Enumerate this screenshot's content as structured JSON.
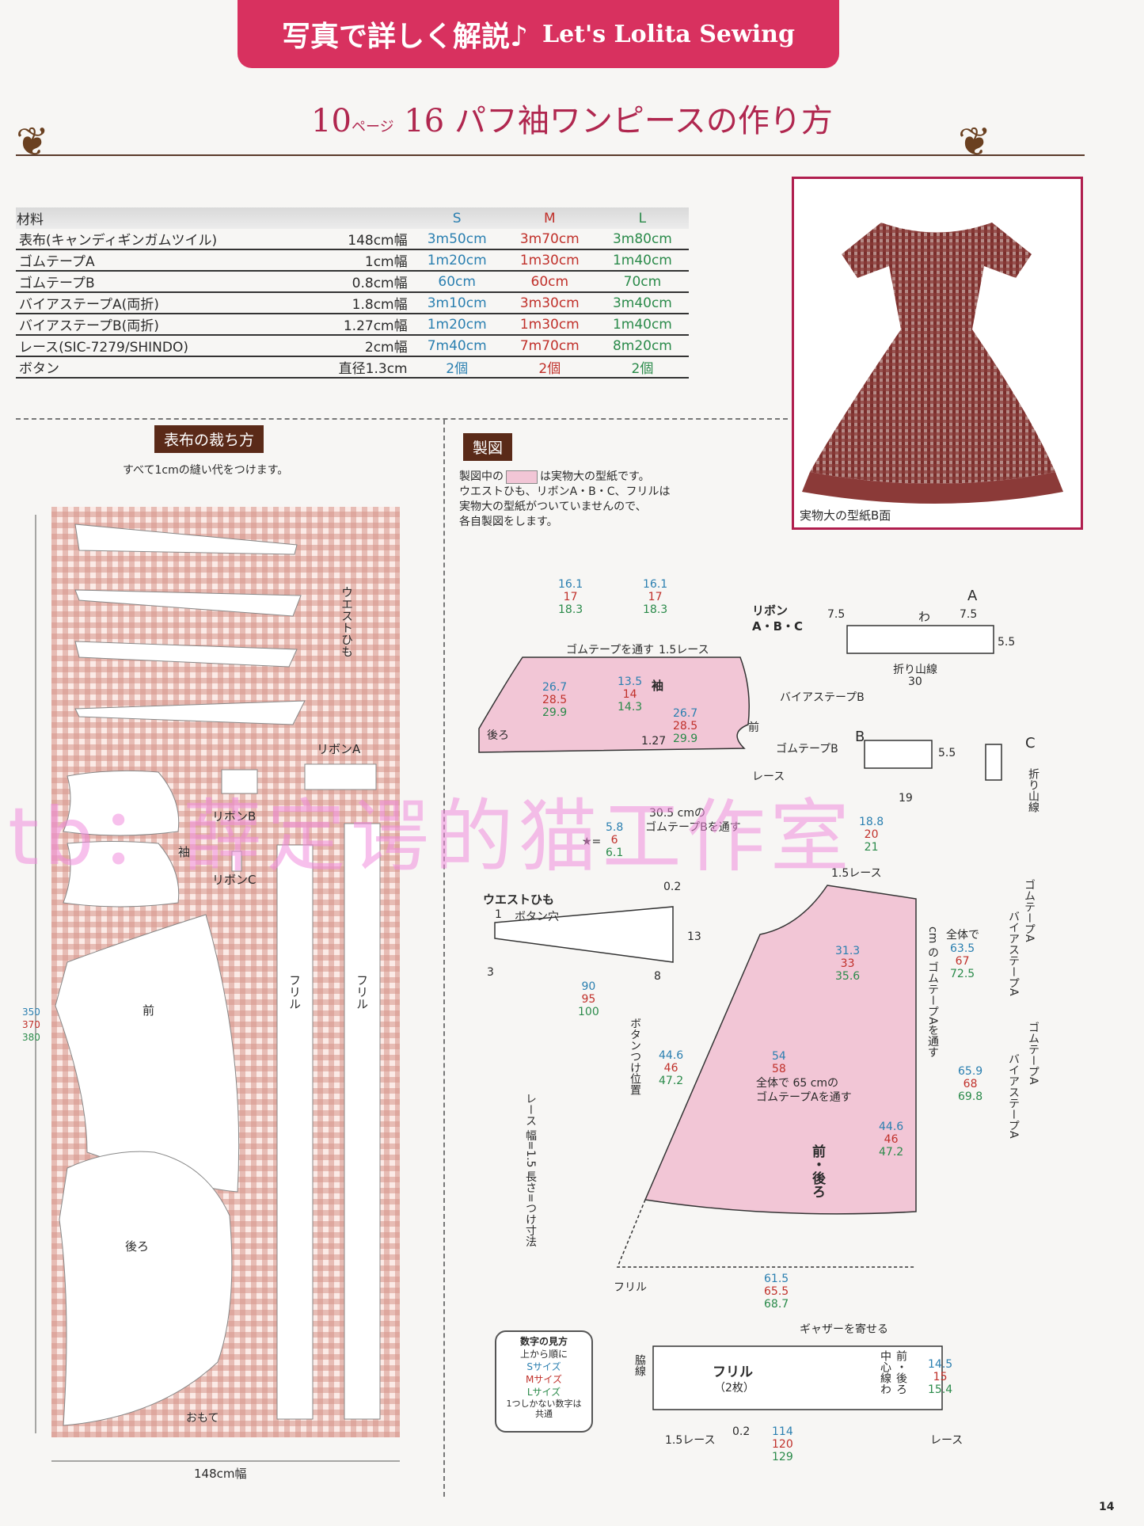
{
  "header": {
    "banner_jp": "写真で詳しく解説♪",
    "banner_en": "Let's Lolita Sewing"
  },
  "title": {
    "page": "10",
    "page_label": "ページ",
    "number": "16",
    "name": "パフ袖ワンピースの作り方"
  },
  "materials": {
    "header": "材料",
    "sizes": [
      "S",
      "M",
      "L"
    ],
    "rows": [
      {
        "name": "表布(キャンディギンガムツイル)",
        "width": "148cm幅",
        "s": "3m50cm",
        "m": "3m70cm",
        "l": "3m80cm"
      },
      {
        "name": "ゴムテープA",
        "width": "1cm幅",
        "s": "1m20cm",
        "m": "1m30cm",
        "l": "1m40cm"
      },
      {
        "name": "ゴムテープB",
        "width": "0.8cm幅",
        "s": "60cm",
        "m": "60cm",
        "l": "70cm"
      },
      {
        "name": "バイアステープA(両折)",
        "width": "1.8cm幅",
        "s": "3m10cm",
        "m": "3m30cm",
        "l": "3m40cm"
      },
      {
        "name": "バイアステープB(両折)",
        "width": "1.27cm幅",
        "s": "1m20cm",
        "m": "1m30cm",
        "l": "1m40cm"
      },
      {
        "name": "レース(SIC-7279/SHINDO)",
        "width": "2cm幅",
        "s": "7m40cm",
        "m": "7m70cm",
        "l": "8m20cm"
      },
      {
        "name": "ボタン",
        "width": "直径1.3cm",
        "s": "2個",
        "m": "2個",
        "l": "2個"
      }
    ]
  },
  "photo": {
    "caption": "実物大の型紙B面"
  },
  "cutting": {
    "heading": "表布の裁ち方",
    "note": "すべて1cmの縫い代をつけます。",
    "labels": {
      "waist_tie": "ウエストひも",
      "ribbon_a": "リボンA",
      "ribbon_b": "リボンB",
      "ribbon_c": "リボンC",
      "sleeve": "袖",
      "front": "前",
      "back": "後ろ",
      "frill": "フリル",
      "right_side": "おもて",
      "width": "148cm幅"
    },
    "length": {
      "s": "350",
      "m": "370",
      "l": "380"
    }
  },
  "drafting": {
    "heading": "製図",
    "note": [
      "製図中の",
      "は実物大の型紙です。",
      "ウエストひも、リボンA・B・C、フリルは",
      "実物大の型紙がついていませんので、",
      "各自製図をします。"
    ],
    "sleeve": {
      "elastic": "ゴムテープを通す",
      "lace": "1.5レース",
      "sleeve": "袖",
      "back": "後ろ",
      "front": "前",
      "elastic_b": "30.5 cmの",
      "elastic_b2": "ゴムテープBを通す",
      "top_s": "16.1",
      "top_m": "17",
      "top_l": "18.3",
      "w_s": "26.7",
      "w_m": "28.5",
      "w_l": "29.9",
      "h_s": "13.5",
      "h_m": "14",
      "h_l": "14.3",
      "mid": "1.27",
      "star": "★=",
      "star_s": "5.8",
      "star_m": "6",
      "star_l": "6.1"
    },
    "ribbon": {
      "title": "リボン",
      "abc": "A・B・C",
      "a": "A",
      "b": "B",
      "c": "C",
      "fold": "わ",
      "fold_line": "折り山線",
      "w30": "30",
      "w19": "19",
      "h55": "5.5",
      "m75": "7.5",
      "bias": "バイアステープB",
      "elastic": "ゴムテープB",
      "lace": "レース"
    },
    "waist_tie": {
      "title": "ウエストひも",
      "buttonhole": "ボタン穴",
      "len_s": "90",
      "len_m": "95",
      "len_l": "100",
      "w13": "13",
      "w8": "8",
      "w3": "3",
      "w1": "1",
      "w02": "0.2"
    },
    "bodice": {
      "lace": "1.5レース",
      "front_back": "前・後ろ",
      "elastic_a": "全体で 65 cmの",
      "elastic_a2": "ゴムテープAを通す",
      "button_pos": "ボタンつけ位置",
      "top_s": "18.8",
      "top_m": "20",
      "top_l": "21",
      "waist_s": "31.3",
      "waist_m": "33",
      "waist_l": "35.6",
      "hip_s": "54",
      "hip_m": "58",
      "side_s": "44.6",
      "side_m": "46",
      "side_l": "47.2",
      "hem_s": "61.5",
      "hem_m": "65.5",
      "hem_l": "68.7",
      "len_s": "65.9",
      "len_m": "68",
      "len_l": "69.8",
      "total": "全体で",
      "total_s": "63.5",
      "total_m": "67",
      "total_l": "72.5",
      "total_unit": "cm の ゴムテープAを通す",
      "elastic_a_label": "ゴムテープA",
      "bias_a": "バイアステープA",
      "frill": "フリル",
      "lace_note": "レース  幅=1.5  長さ=つけ寸法"
    },
    "frill": {
      "title": "フリル",
      "count": "（2枚）",
      "gather": "ギャザーを寄せる",
      "side": "脇線",
      "center": "中心線わ",
      "fb": "前・後ろ",
      "lace": "1.5レース",
      "w_s": "114",
      "w_m": "120",
      "w_l": "129",
      "h_s": "14.5",
      "h_m": "15",
      "h_l": "15.4",
      "edge": "0.2",
      "lace2": "レース"
    }
  },
  "legend": {
    "title": "数字の見方",
    "order": "上から順に",
    "s": "Sサイズ",
    "m": "Mサイズ",
    "l": "Lサイズ",
    "common": "1つしかない数字は共通"
  },
  "watermark": "tb：薛定谔的猫工作室",
  "page_number": "14",
  "colors": {
    "accent": "#d8315f",
    "s": "#2a7fb0",
    "m": "#c0302a",
    "l": "#2a8a4a",
    "pattern": "#f2c6d6"
  }
}
